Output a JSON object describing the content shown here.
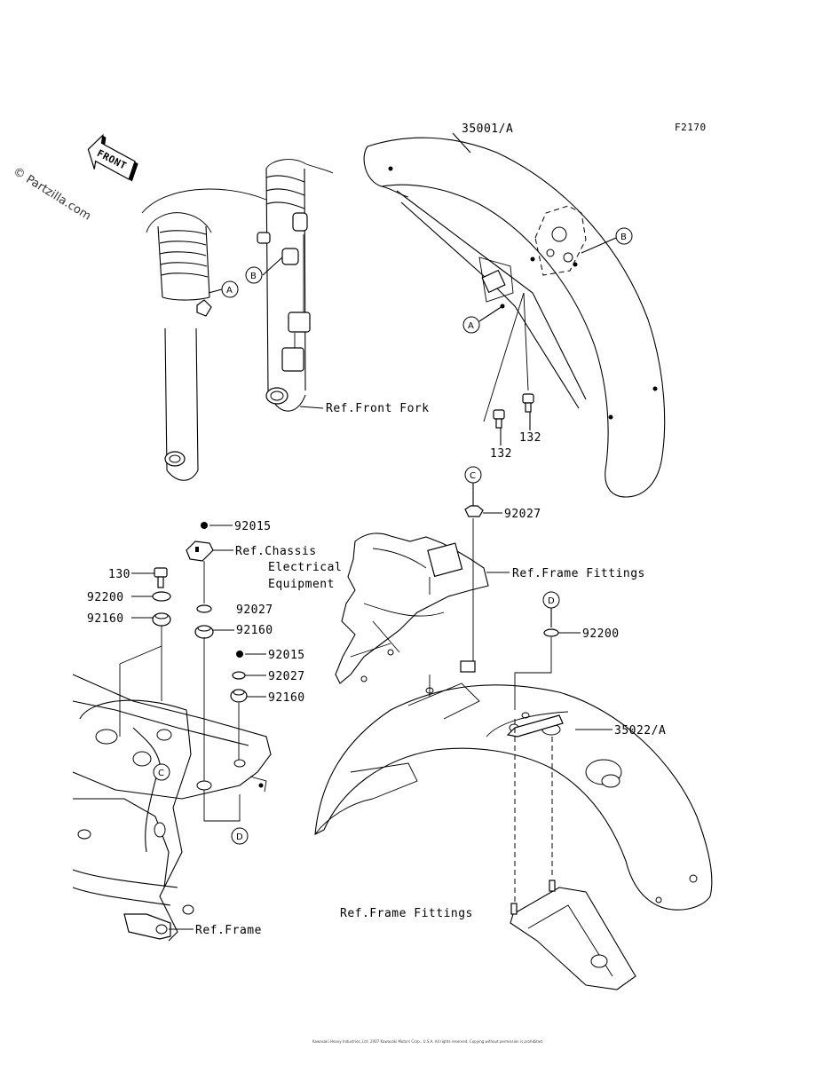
{
  "diagram": {
    "code": "F2170",
    "watermark": "© Partzilla.com",
    "front_label": "FRONT",
    "footer_text": "Kawasaki Heavy Industries, Ltd. 2007 Kawasaki Motors Corp., U.S.A. All rights reserved. Copying without permission is prohibited.",
    "refs": {
      "front_fork": "Ref.Front Fork",
      "chassis_line1": "Ref.Chassis",
      "chassis_line2": "Electrical",
      "chassis_line3": "Equipment",
      "frame_fittings_top": "Ref.Frame Fittings",
      "frame_fittings_bottom": "Ref.Frame Fittings",
      "frame": "Ref.Frame"
    },
    "parts": {
      "front_fender": "35001/A",
      "rear_fender": "35022/A",
      "bolt_132_a": "132",
      "bolt_132_b": "132",
      "nut_92027_top": "92027",
      "p92015_a": "92015",
      "p130": "130",
      "p92200_left": "92200",
      "p92160_left": "92160",
      "p92027_mid": "92027",
      "p92160_mid": "92160",
      "p92015_b": "92015",
      "p92027_low": "92027",
      "p92160_low": "92160",
      "p92200_right": "92200"
    },
    "markers": {
      "a1": "A",
      "a2": "A",
      "b1": "B",
      "b2": "B",
      "c1": "C",
      "c2": "C",
      "d1": "D",
      "d2": "D"
    }
  }
}
